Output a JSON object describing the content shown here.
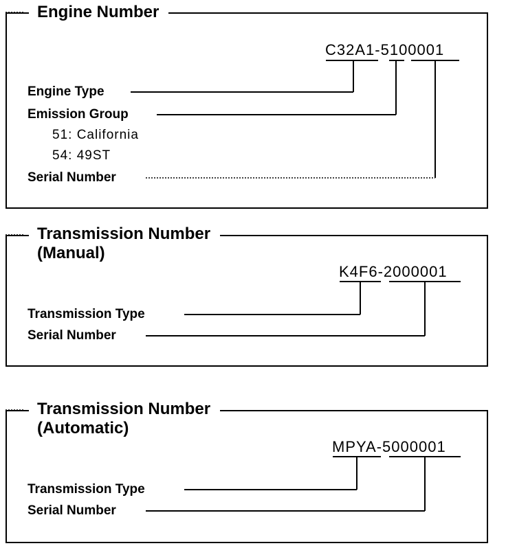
{
  "engine": {
    "title": "Engine Number",
    "code": "C32A1-5100001",
    "labels": {
      "engine_type": "Engine Type",
      "emission_group": "Emission Group",
      "california": "51: California",
      "st49": "54: 49ST",
      "serial": "Serial Number"
    }
  },
  "manual": {
    "title_line1": "Transmission Number",
    "title_line2": "(Manual)",
    "code": "K4F6-2000001",
    "labels": {
      "type": "Transmission Type",
      "serial": "Serial Number"
    }
  },
  "automatic": {
    "title_line1": "Transmission Number",
    "title_line2": "(Automatic)",
    "code": "MPYA-5000001",
    "labels": {
      "type": "Transmission Type",
      "serial": "Serial Number"
    }
  }
}
